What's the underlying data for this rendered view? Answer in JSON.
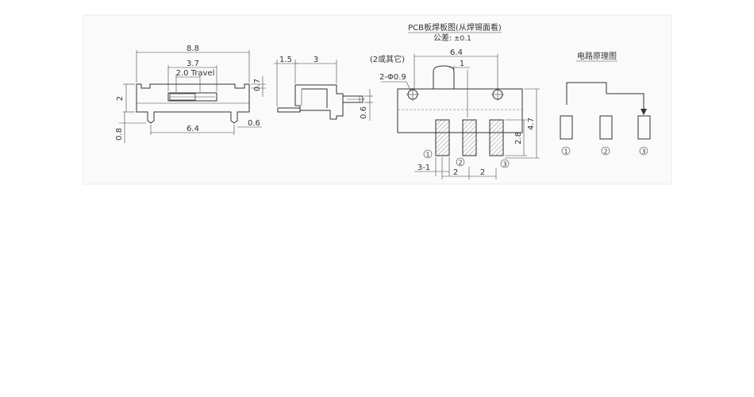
{
  "front_view": {
    "dim_total_width": "8.8",
    "dim_slot_width": "3.7",
    "dim_travel": "2.0 Travel",
    "dim_pin_span": "6.4",
    "dim_height": "2",
    "dim_top_step": "0.7",
    "dim_pin_height": "0.8",
    "dim_pin_width": "0.6"
  },
  "side_view": {
    "dim_lever_offset": "1.5",
    "dim_body_depth": "3",
    "dim_lever_height": "0.6",
    "note": "(2或其它)"
  },
  "pcb_view": {
    "title": "PCB板焊板图(从焊锡面看)",
    "tolerance_label": "公差:",
    "tolerance_value": "±0.1",
    "dim_body_width": "6.4",
    "dim_lever_width": "1",
    "dim_holes": "2-Φ0.9",
    "dim_pad_height": "2.8",
    "dim_body_height": "4.7",
    "dim_pad_count": "3-1",
    "dim_pitch_1": "2",
    "dim_pitch_2": "2",
    "pin_labels": [
      "1",
      "2",
      "3"
    ]
  },
  "circuit_view": {
    "title": "电路原理图",
    "pin_labels": [
      "1",
      "2",
      "3"
    ]
  }
}
